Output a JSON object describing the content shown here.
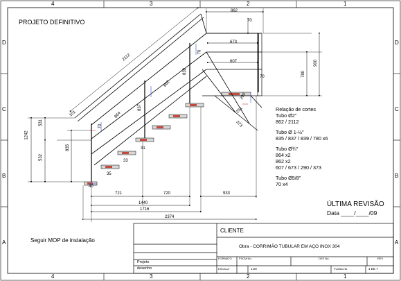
{
  "title": "PROJETO DEFINITIVO",
  "grid": {
    "columns_top": [
      "4",
      "3",
      "2",
      "1"
    ],
    "columns_bottom": [
      "4",
      "3",
      "2",
      "1"
    ],
    "rows_left": [
      "D",
      "C",
      "B",
      "A"
    ],
    "rows_right": [
      "D",
      "C",
      "B",
      "A"
    ]
  },
  "dimensions": {
    "d862_top": "862",
    "d70_top": "70",
    "d673": "673",
    "d607": "607",
    "d2112": "2112",
    "d780": "780",
    "d900": "900",
    "d70_right": "70",
    "d70_post": "70",
    "d839": "839",
    "d862_rail": "862",
    "d837": "837",
    "d864": "864",
    "d101": "101",
    "d70_left": "70",
    "d251": "251",
    "d290": "290",
    "d373": "373",
    "d1242": "1242",
    "d531": "531",
    "d532": "532",
    "d835": "835",
    "d31": "31",
    "d33": "33",
    "d35": "35",
    "d40": "40",
    "d721": "721",
    "d720": "720",
    "d933": "933",
    "d1440": "1440",
    "d1716": "1716",
    "d2374": "2374"
  },
  "cuts": {
    "heading": "Relação de cortes",
    "lines": [
      "Tubo Ø2\"",
      "862 / 2112",
      "",
      "Tubo Ø 1-½\"",
      "835 / 837 / 839 / 780 x6",
      "",
      "Tubo Ø¾\"",
      "864 x2",
      "862 x2",
      "607 / 673 / 290 / 373",
      "",
      "Tubo Ø5/8\"",
      "70  x4"
    ]
  },
  "revision": {
    "label": "ÚLTIMA REVISÃO",
    "date": "Data ____/____/09"
  },
  "note": "Seguir MOP de instalação",
  "titleblock": {
    "cliente": "CLIENTE",
    "obra": "Obra - CORRIMÃO TUBULAR EM AÇO INOX 304",
    "projeto": "Projeto",
    "desenho": "desenho",
    "escala": "ESCALA",
    "escala_val": "1:20",
    "planilha": "PLANILHA",
    "folha": "1 DE 7",
    "formato": "FORMATO",
    "fscm": "FSCM No.",
    "des": "DES No.",
    "rev": "REV"
  },
  "colors": {
    "line": "#000000",
    "dim": "#2d4bd6",
    "tread": "#d7d7d7",
    "tread_red": "#c34a3c",
    "highlight": "#c01010"
  }
}
